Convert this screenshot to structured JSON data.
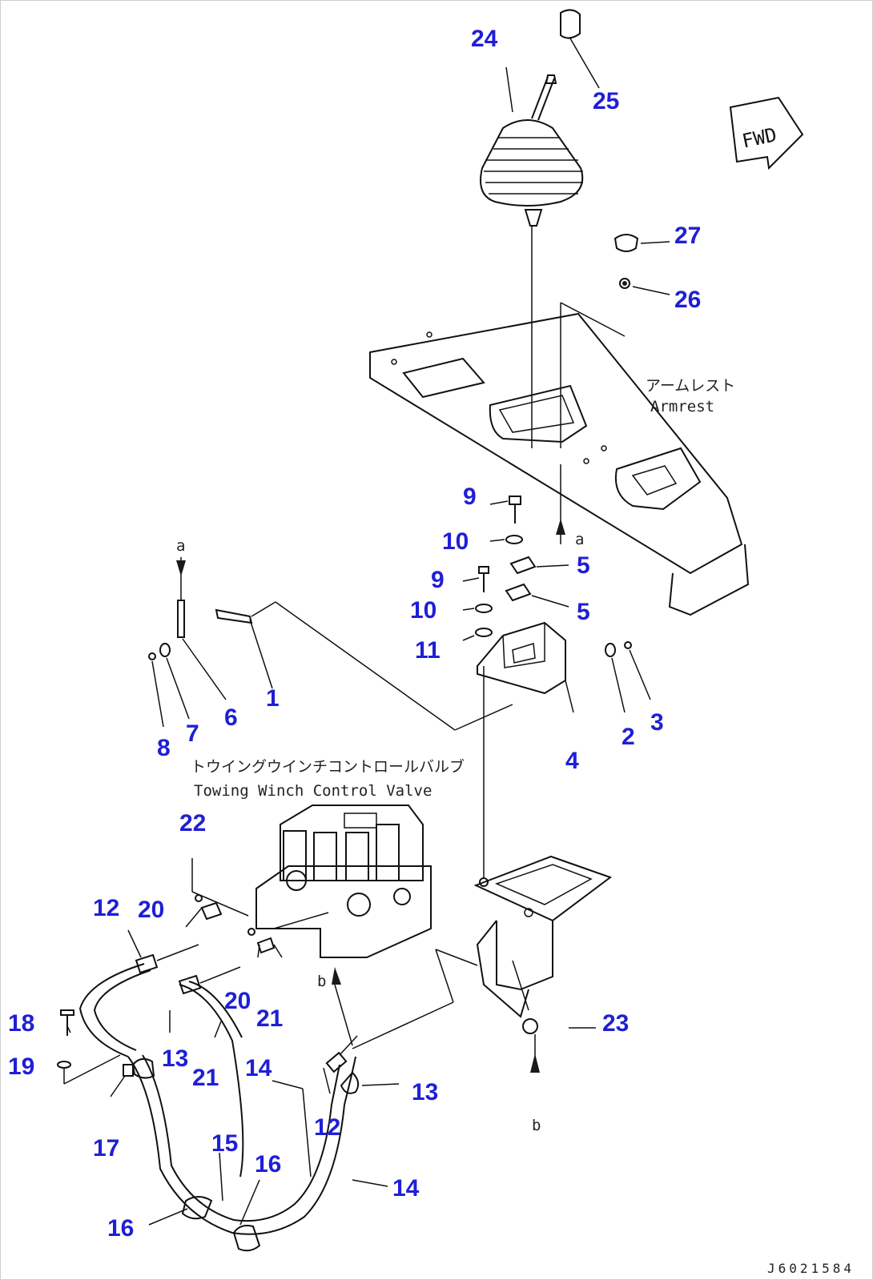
{
  "drawing": {
    "code": "J6021584",
    "direction_mark": "FWD",
    "annotations": {
      "armrest_jp": "アームレスト",
      "armrest_en": "Armrest",
      "valve_jp": "トウイングウインチコントロールバルブ",
      "valve_en": "Towing Winch Control Valve",
      "mark_b": "b"
    }
  },
  "callouts": {
    "c1": "1",
    "c2": "2",
    "c3": "3",
    "c4": "4",
    "c5a": "5",
    "c5b": "5",
    "c6": "6",
    "c7": "7",
    "c8": "8",
    "c9a": "9",
    "c9b": "9",
    "c10a": "10",
    "c10b": "10",
    "c11": "11",
    "c12a": "12",
    "c12b": "12",
    "c13a": "13",
    "c13b": "13",
    "c14a": "14",
    "c14b": "14",
    "c15": "15",
    "c16a": "16",
    "c16b": "16",
    "c17": "17",
    "c18": "18",
    "c19": "19",
    "c20a": "20",
    "c20b": "20",
    "c21a": "21",
    "c21b": "21",
    "c22": "22",
    "c23": "23",
    "c24": "24",
    "c25": "25",
    "c26": "26",
    "c27": "27"
  },
  "colors": {
    "callout": "#1f1fd6",
    "line": "#111111",
    "background": "#ffffff"
  }
}
